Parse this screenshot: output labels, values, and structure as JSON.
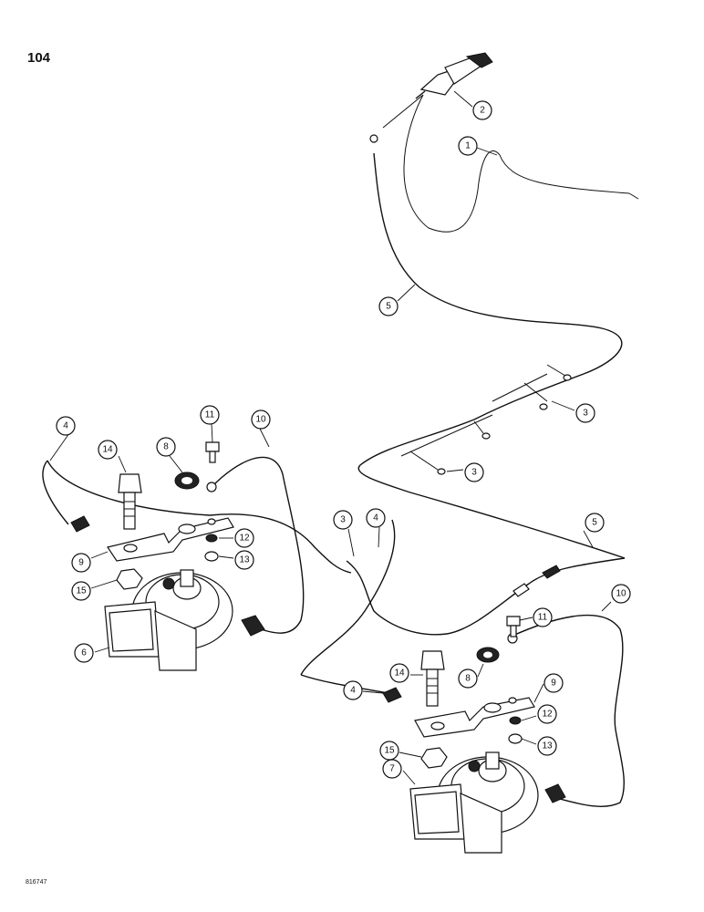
{
  "page": {
    "number": "104",
    "figure_code": "816747"
  },
  "callouts": [
    {
      "id": "c1",
      "label": "1"
    },
    {
      "id": "c2",
      "label": "2"
    },
    {
      "id": "c3a",
      "label": "3"
    },
    {
      "id": "c3b",
      "label": "3"
    },
    {
      "id": "c3c",
      "label": "3"
    },
    {
      "id": "c4a",
      "label": "4"
    },
    {
      "id": "c4b",
      "label": "4"
    },
    {
      "id": "c4c",
      "label": "4"
    },
    {
      "id": "c5a",
      "label": "5"
    },
    {
      "id": "c5b",
      "label": "5"
    },
    {
      "id": "c6",
      "label": "6"
    },
    {
      "id": "c7",
      "label": "7"
    },
    {
      "id": "c8a",
      "label": "8"
    },
    {
      "id": "c8b",
      "label": "8"
    },
    {
      "id": "c9a",
      "label": "9"
    },
    {
      "id": "c9b",
      "label": "9"
    },
    {
      "id": "c10a",
      "label": "10"
    },
    {
      "id": "c10b",
      "label": "10"
    },
    {
      "id": "c11a",
      "label": "11"
    },
    {
      "id": "c11b",
      "label": "11"
    },
    {
      "id": "c12a",
      "label": "12"
    },
    {
      "id": "c12b",
      "label": "12"
    },
    {
      "id": "c13a",
      "label": "13"
    },
    {
      "id": "c13b",
      "label": "13"
    },
    {
      "id": "c14a",
      "label": "14"
    },
    {
      "id": "c14b",
      "label": "14"
    },
    {
      "id": "c15a",
      "label": "15"
    },
    {
      "id": "c15b",
      "label": "15"
    }
  ]
}
